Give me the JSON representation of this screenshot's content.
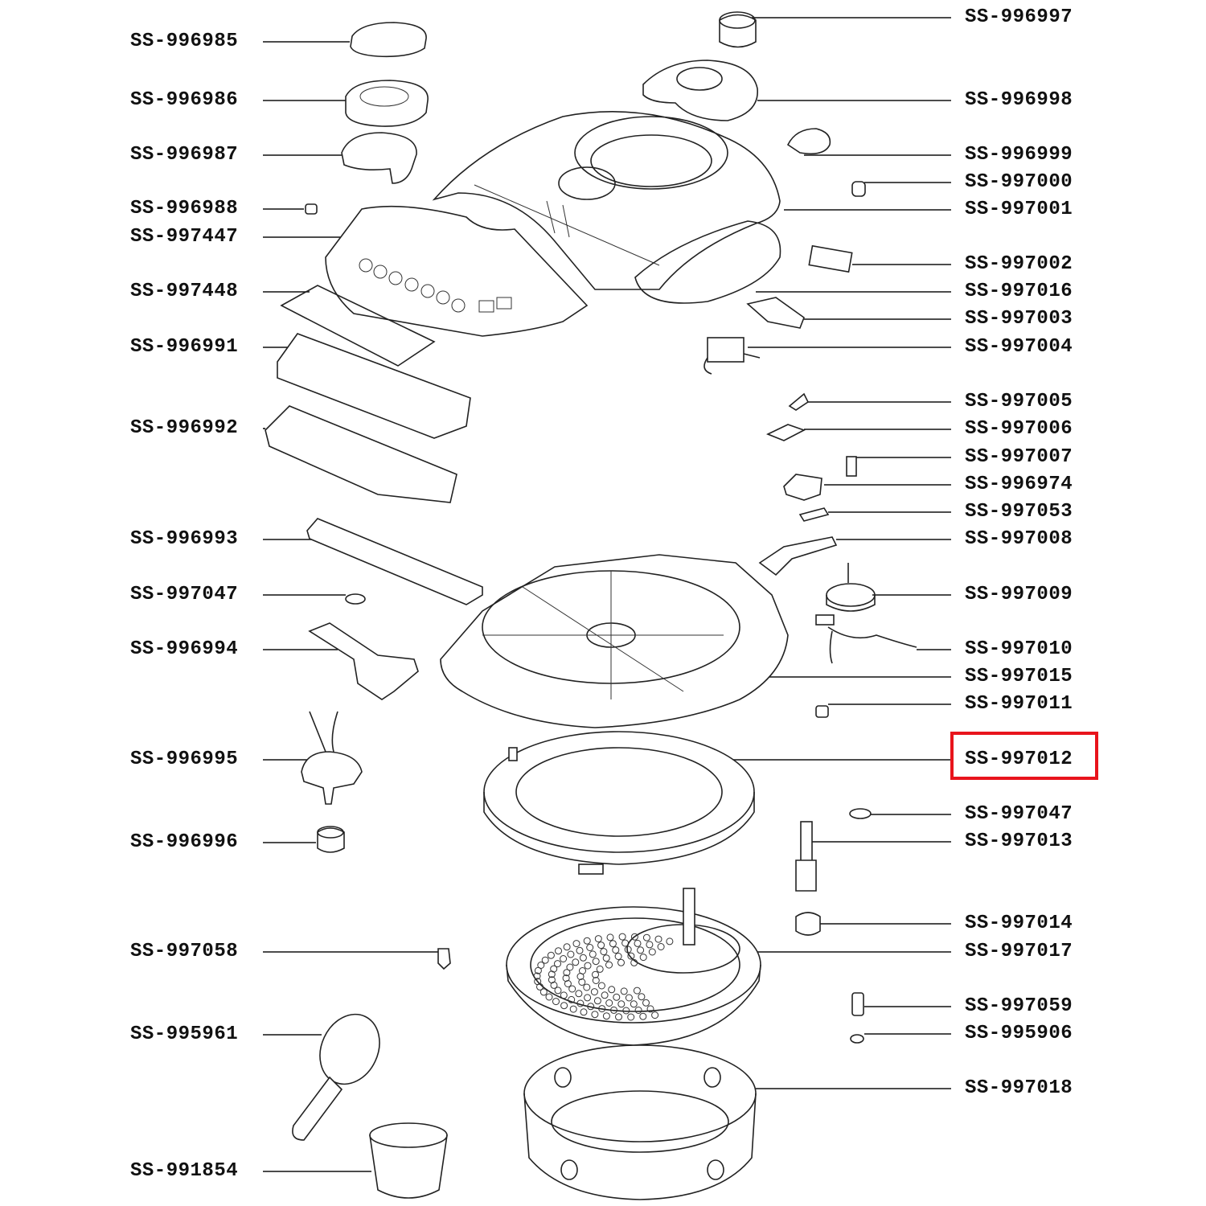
{
  "diagram": {
    "type": "exploded-parts-diagram",
    "highlight_color": "#e8141c",
    "highlighted_part": "SS-997012",
    "left_labels": [
      "SS-996985",
      "SS-996986",
      "SS-996987",
      "SS-996988",
      "SS-997447",
      "SS-997448",
      "SS-996991",
      "SS-996992",
      "SS-996993",
      "SS-997047",
      "SS-996994",
      "SS-996995",
      "SS-996996",
      "SS-997058",
      "SS-995961",
      "SS-991854"
    ],
    "right_labels": [
      "SS-996997",
      "SS-996998",
      "SS-996999",
      "SS-997000",
      "SS-997001",
      "SS-997002",
      "SS-997016",
      "SS-997003",
      "SS-997004",
      "SS-997005",
      "SS-997006",
      "SS-997007",
      "SS-996974",
      "SS-997053",
      "SS-997008",
      "SS-997009",
      "SS-997010",
      "SS-997015",
      "SS-997011",
      "SS-997012",
      "SS-997047",
      "SS-997013",
      "SS-997014",
      "SS-997017",
      "SS-997059",
      "SS-995906",
      "SS-997018"
    ]
  }
}
